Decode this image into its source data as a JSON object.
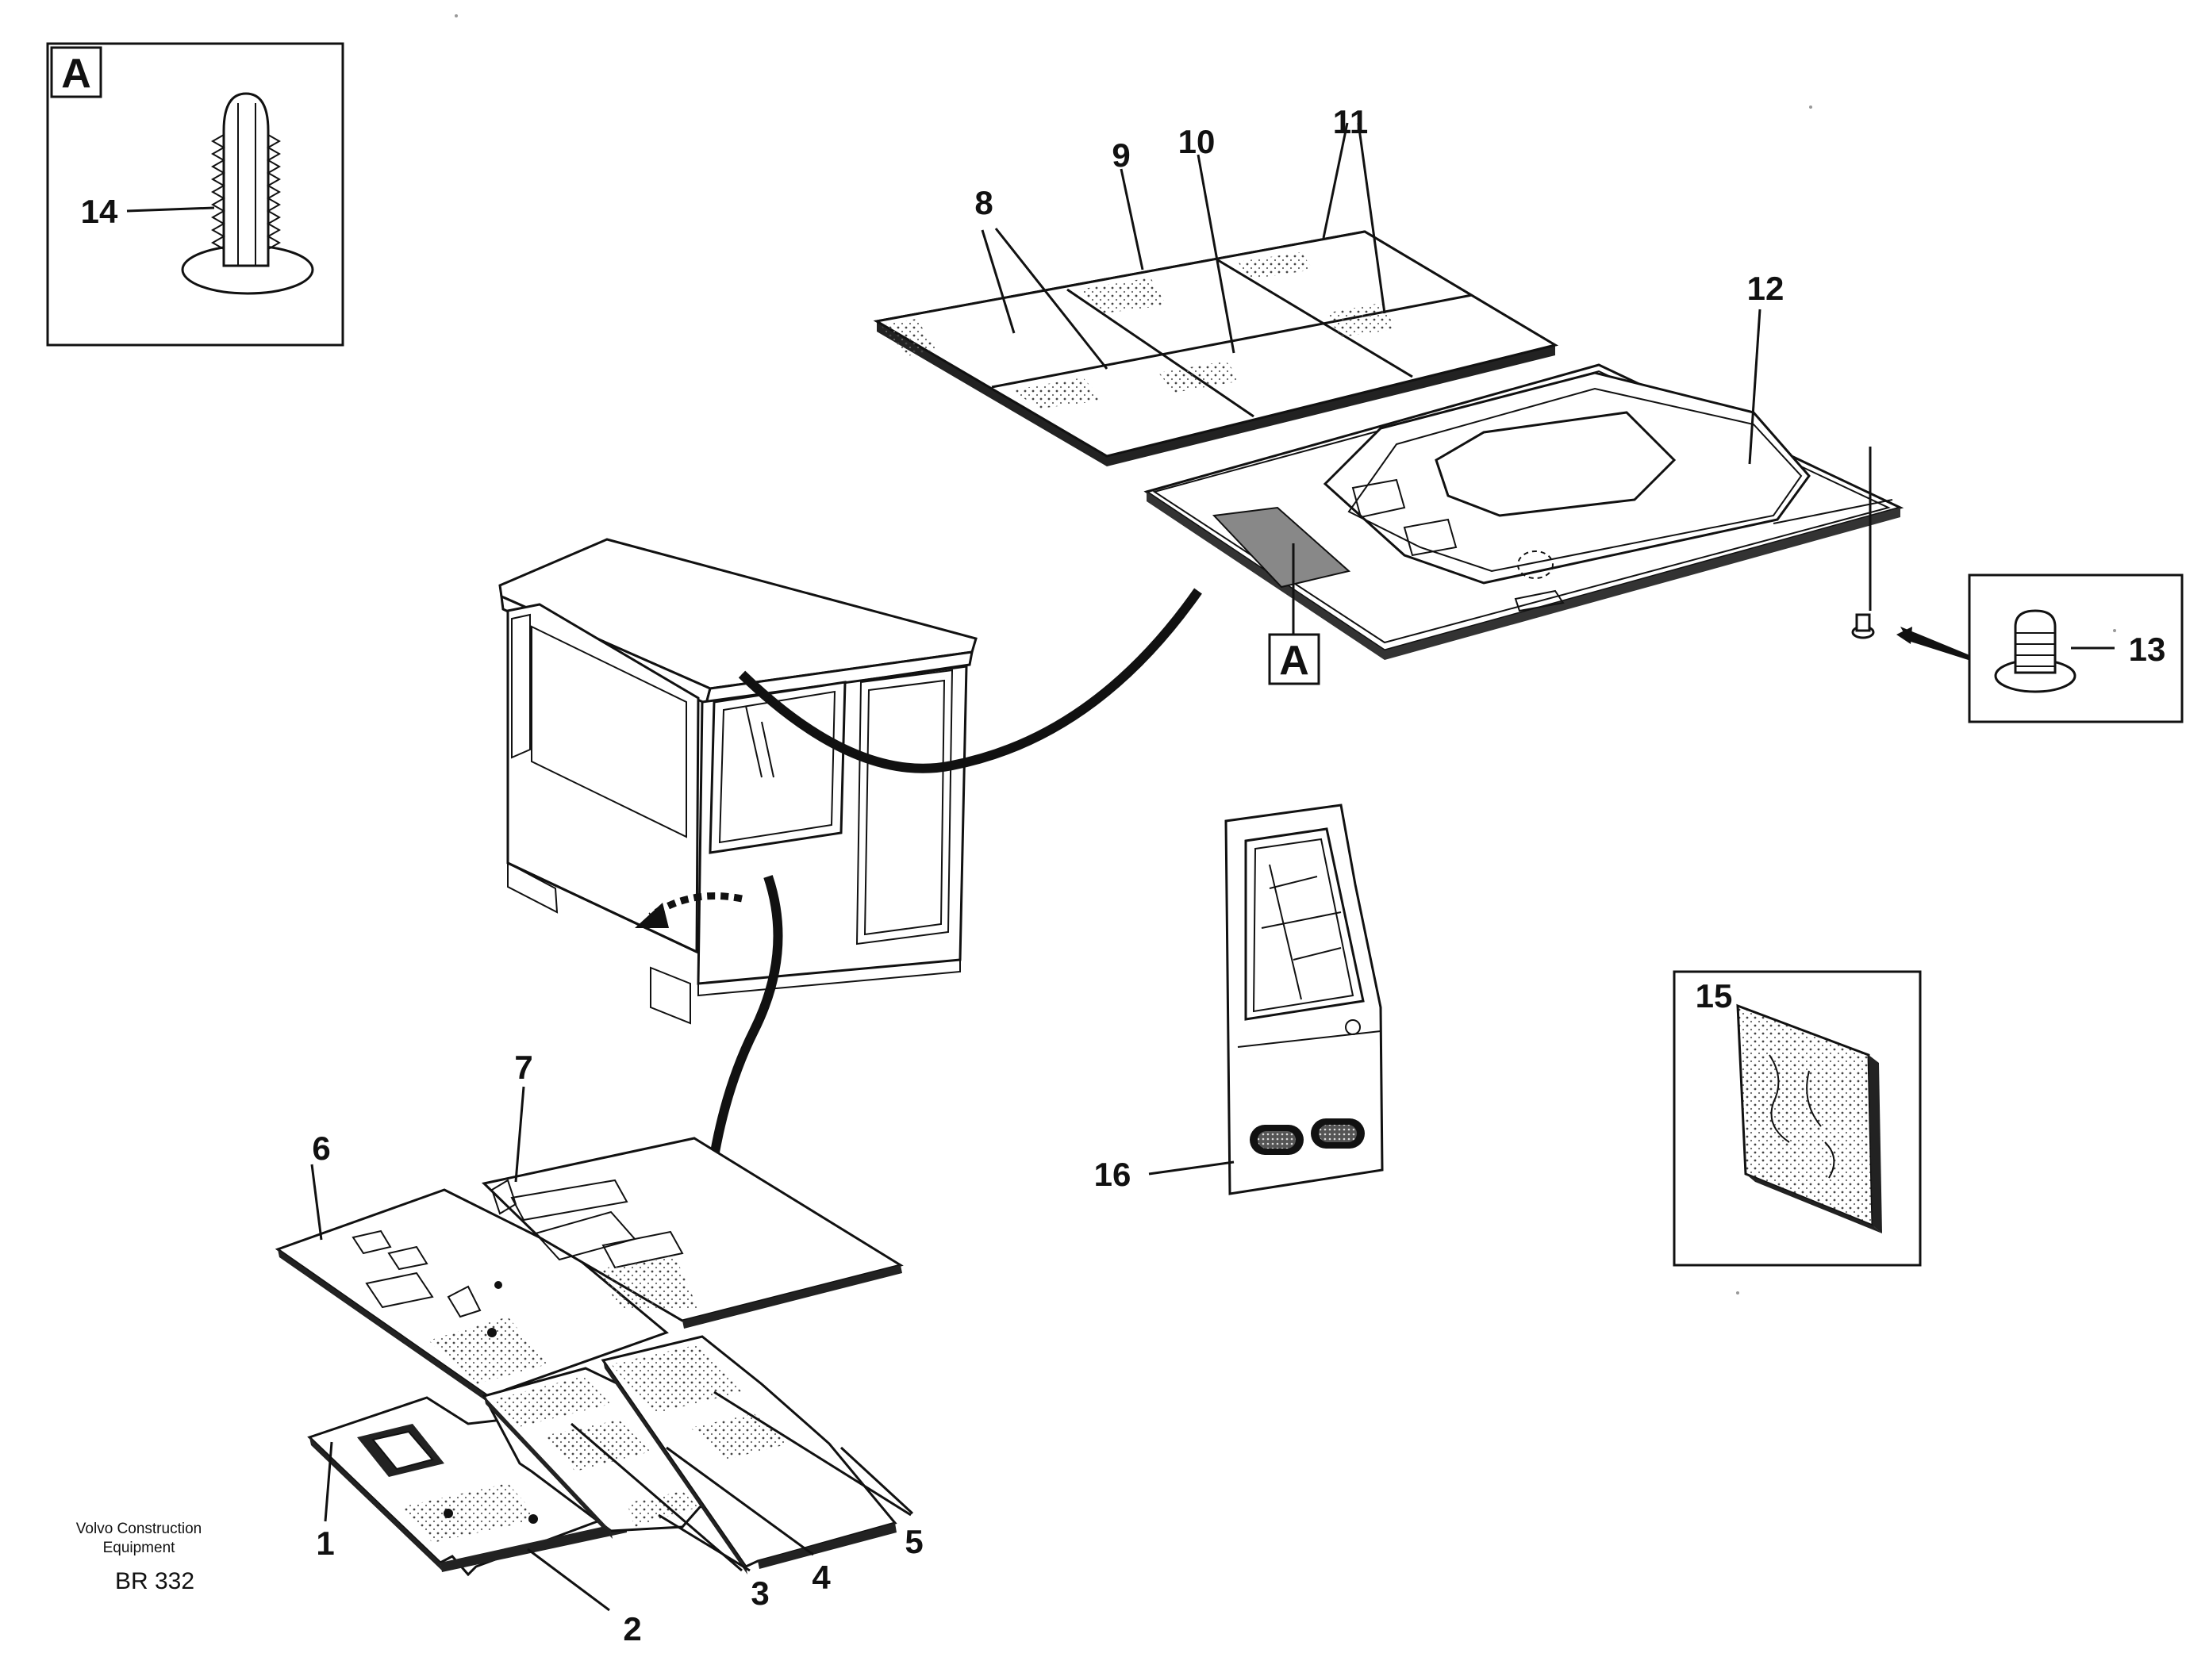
{
  "callouts": {
    "c1": "1",
    "c2": "2",
    "c3": "3",
    "c4": "4",
    "c5": "5",
    "c6": "6",
    "c7": "7",
    "c8": "8",
    "c9": "9",
    "c10": "10",
    "c11": "11",
    "c12": "12",
    "c13": "13",
    "c14": "14",
    "c15": "15",
    "c16": "16"
  },
  "detail_marker": "A",
  "footer": {
    "manufacturer_line1": "Volvo Construction",
    "manufacturer_line2": "Equipment",
    "drawing_code": "BR 332"
  },
  "icons": {
    "clip": "push-rivet-clip-icon",
    "plug": "rubber-plug-icon",
    "cab": "cab-body-icon",
    "door": "cab-door-icon",
    "pad": "insulation-pad-icon"
  }
}
